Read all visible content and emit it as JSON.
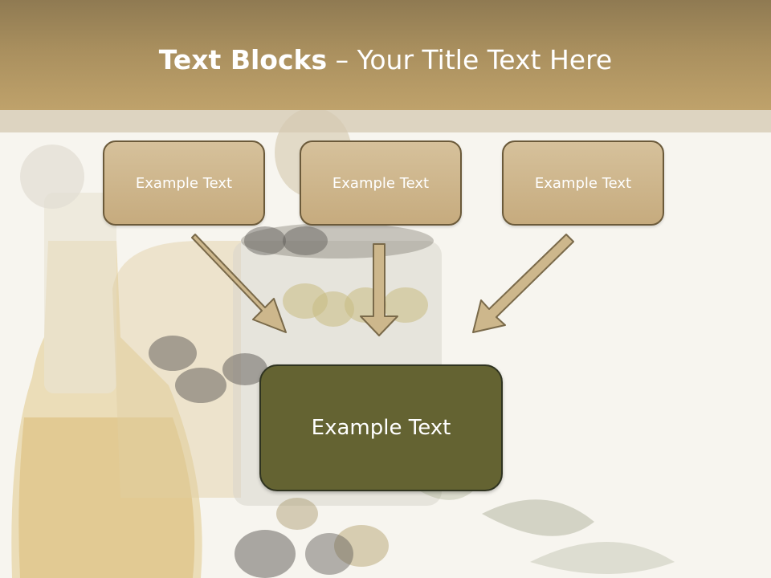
{
  "slide": {
    "title_bold": "Text Blocks",
    "title_rest": " – Your Title Text Here",
    "boxes": [
      {
        "label": "Example Text"
      },
      {
        "label": "Example Text"
      },
      {
        "label": "Example Text"
      }
    ],
    "center_box": {
      "label": "Example Text"
    }
  },
  "colors": {
    "header": "#a98f5e",
    "small_box_fill": "#cdb78c",
    "small_box_border": "#6b5a3a",
    "center_box_fill": "#646332",
    "arrow_fill": "#cdb78c",
    "arrow_stroke": "#7a6a4a",
    "text": "#ffffff"
  }
}
